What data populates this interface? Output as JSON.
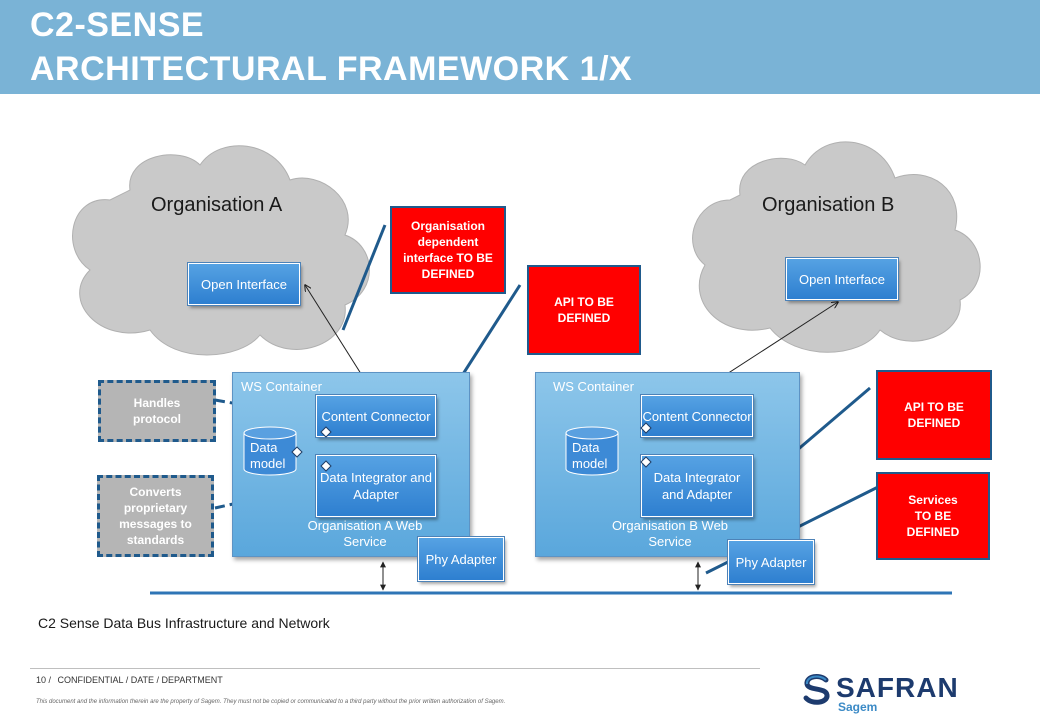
{
  "header": {
    "title_line1": "C2-SENSE",
    "title_line2": "ARCHITECTURAL FRAMEWORK 1/X"
  },
  "organisations": [
    {
      "cloud_title": "Organisation A",
      "open_interface": "Open Interface",
      "ws_container": "WS Container",
      "content_connector": "Content Connector",
      "data_model": "Data model",
      "data_integrator": "Data Integrator and Adapter",
      "web_service": "Organisation A Web Service",
      "phy_adapter": "Phy Adapter"
    },
    {
      "cloud_title": "Organisation B",
      "open_interface": "Open Interface",
      "ws_container": "WS Container",
      "content_connector": "Content Connector",
      "data_model": "Data model",
      "data_integrator": "Data Integrator and Adapter",
      "web_service": "Organisation B Web Service",
      "phy_adapter": "Phy Adapter"
    }
  ],
  "callouts": {
    "org_dependent": "Organisation dependent interface TO BE DEFINED",
    "api_1": "API TO BE DEFINED",
    "api_2": "API TO BE DEFINED",
    "services": "Services TO BE DEFINED",
    "handles_protocol": "Handles protocol",
    "converts": "Converts proprietary messages to standards"
  },
  "bus_label": "C2 Sense Data Bus Infrastructure and Network",
  "footer": {
    "page": "10 /",
    "confidential": "CONFIDENTIAL / DATE / DEPARTMENT",
    "legal": "This document and the information therein are the property of Sagem. They must not be copied or communicated to a third party without the prior written authorization of Sagem."
  },
  "logo": {
    "brand": "SAFRAN",
    "sub": "Sagem"
  },
  "colors": {
    "header": "#7ab3d6",
    "cloud": "#c6c6c6",
    "red_callout": "#ff0000",
    "blue_button": "#3d8ad6",
    "dark_line": "#1f5a8c"
  }
}
